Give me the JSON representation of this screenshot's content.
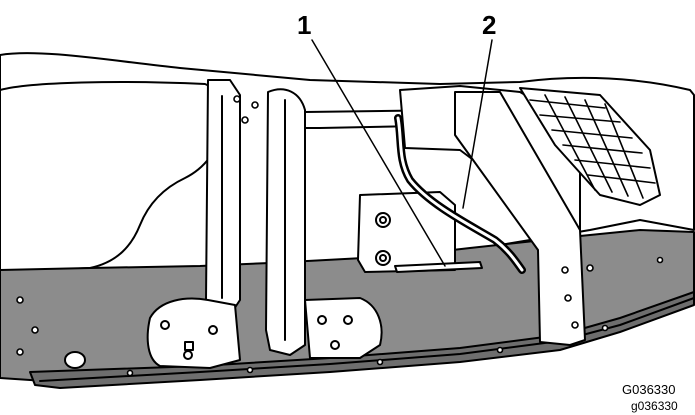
{
  "figure": {
    "callouts": [
      {
        "label": "1",
        "target": "slot"
      },
      {
        "label": "2",
        "target": "cable"
      }
    ],
    "graphic_code": "G036330",
    "file_code": "g036330"
  },
  "colors": {
    "line": "#000000",
    "panel_fill": "#ffffff",
    "floor_fill": "#8c8c8c",
    "floor_dark": "#6e6e6e"
  }
}
